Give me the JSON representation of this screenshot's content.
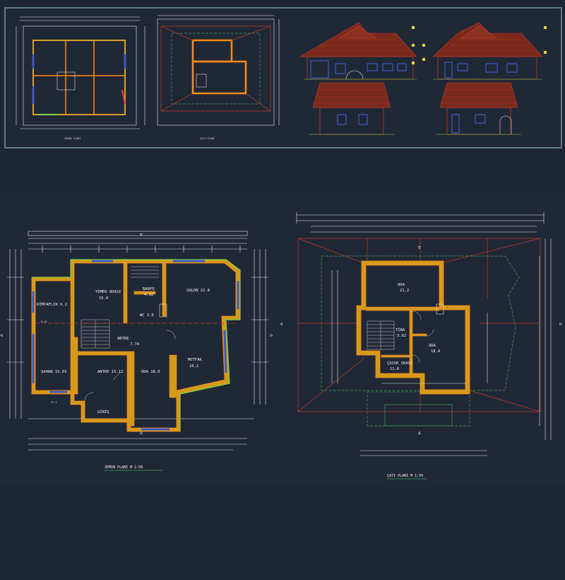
{
  "ground_plan": {
    "title": "ZEMIN PLANI  M 1:50",
    "rooms": [
      {
        "id": "kiler",
        "name": "KİMYAFLIK",
        "area": "6.2"
      },
      {
        "id": "yemek",
        "name": "YEMEK ODASI",
        "area": "15.0"
      },
      {
        "id": "banyo",
        "name": "BANYO",
        "area": "4.92"
      },
      {
        "id": "salon",
        "name": "SALON",
        "area": "22.8"
      },
      {
        "id": "wc",
        "name": "WC",
        "area": "2.6"
      },
      {
        "id": "antre",
        "name": "ANTRE",
        "area": "7.74"
      },
      {
        "id": "sahan",
        "name": "SAHAN",
        "area": "15.03"
      },
      {
        "id": "antrel",
        "name": "ANTRE",
        "area": "15.12"
      },
      {
        "id": "oda",
        "name": "ODA",
        "area": "18.0"
      },
      {
        "id": "mutfak",
        "name": "MUTFAK",
        "area": "16.2"
      },
      {
        "id": "giris",
        "name": "GİRİŞ",
        "area": ""
      }
    ],
    "labels": {
      "ara": "0-18",
      "cp": "CP-1"
    }
  },
  "attic_plan": {
    "title": "ÇATI PLANI  M 1:50",
    "rooms": [
      {
        "id": "oda1",
        "name": "ODA",
        "area": "21.2"
      },
      {
        "id": "oda2",
        "name": "ODA",
        "area": "18.4"
      },
      {
        "id": "cocuk",
        "name": "ÇOCUK ODASI",
        "area": "11.6"
      },
      {
        "id": "tiba",
        "name": "TİBA",
        "area": "3.62"
      }
    ]
  },
  "overview": {
    "ground_label": "ZEMIN PLANI",
    "attic_label": "ÇATI PLANI"
  },
  "colors": {
    "background": "#1e2634",
    "panel": "#212835",
    "wall_fill": "#d49a1c",
    "wall_outline": "#ff8a1a",
    "roof": "#c0392b",
    "window": "#3a5ac8",
    "insulation": "#7fd44a",
    "frame": "#5d7d80"
  }
}
